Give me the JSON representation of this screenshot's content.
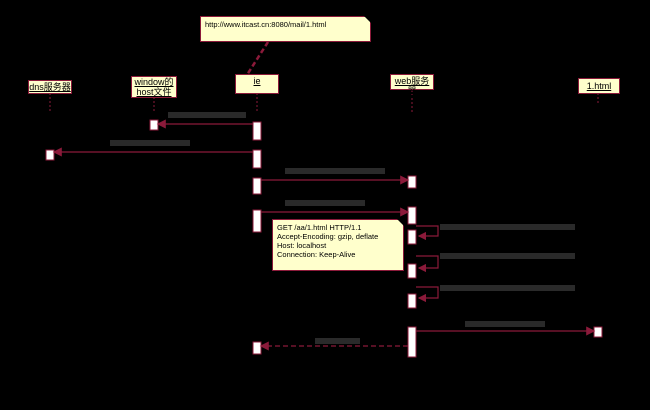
{
  "participants": {
    "dns": "dns服务器",
    "window_host_1": "window的",
    "window_host_2": "host文件",
    "ie": "ie",
    "web": "web服务器",
    "html": "1.html"
  },
  "notes": {
    "url": "http://www.itcast.cn:8080/mail/1.html",
    "request": [
      "GET /aa/1.html HTTP/1.1",
      "Accept-Encoding: gzip, deflate",
      "Host: localhost",
      "Connection: Keep-Alive"
    ]
  },
  "colors": {
    "background": "#000000",
    "line": "#8B1A3A",
    "box_fill": "#FFFFCC"
  }
}
